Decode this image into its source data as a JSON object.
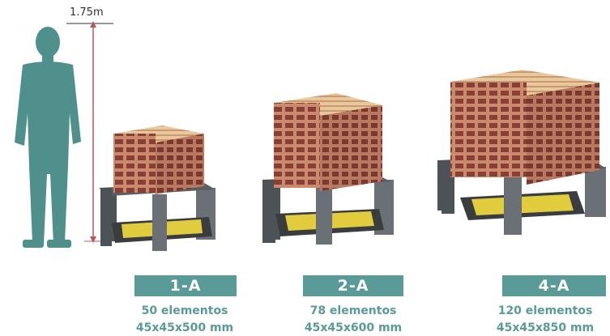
{
  "person": {
    "height_label": "1.75m"
  },
  "colors": {
    "person": "#4f8f8c",
    "accent": "#5a9a97",
    "measure_line": "#b55a5a",
    "brick_front": "#b0685a",
    "brick_top": "#e6c49a",
    "stand": "#4d5257",
    "stand_light": "#6b7076",
    "tray": "#e0cc3c"
  },
  "modules": [
    {
      "code": "1-A",
      "elements": "50 elementos",
      "dimensions": "45x45x500 mm"
    },
    {
      "code": "2-A",
      "elements": "78 elementos",
      "dimensions": "45x45x600 mm"
    },
    {
      "code": "4-A",
      "elements": "120 elementos",
      "dimensions": "45x45x850 mm"
    }
  ]
}
